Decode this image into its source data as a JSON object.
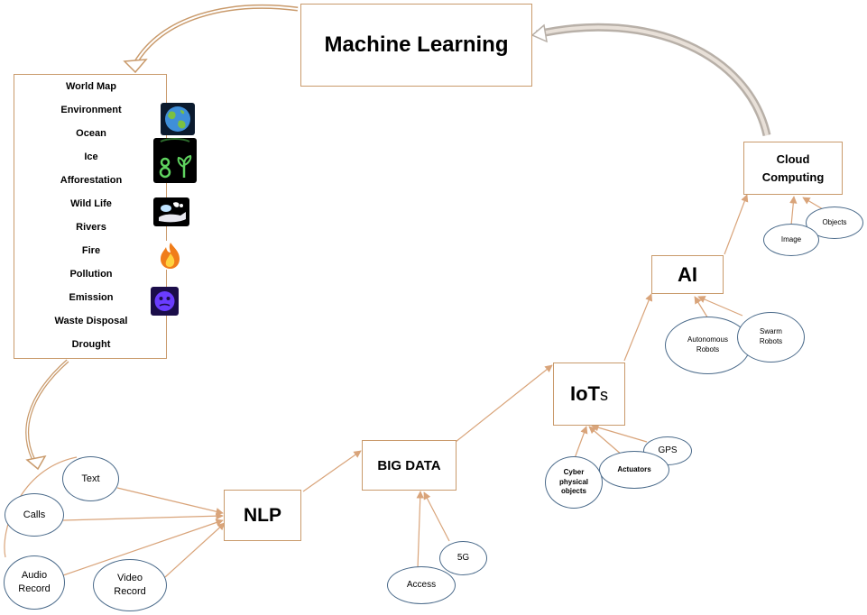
{
  "diagram": {
    "machine_learning": "Machine Learning",
    "cloud_computing": "Cloud Computing",
    "ai": "AI",
    "iots_main": "IoT",
    "iots_suffix": "s",
    "big_data": "BIG DATA",
    "nlp": "NLP",
    "env_list": [
      "World Map",
      "Environment",
      "Ocean",
      "Ice",
      "Afforestation",
      "Wild Life",
      "Rivers",
      "Fire",
      "Pollution",
      "Emission",
      "Waste Disposal",
      "Drought"
    ],
    "cloud_nodes": {
      "objects": "Objects",
      "image": "Image"
    },
    "ai_nodes": {
      "autonomous_robots": "Autonomous Robots",
      "swarm_robots": "Swarm Robots"
    },
    "iot_nodes": {
      "cyber_physical": "Cyber physical objects",
      "actuators": "Actuators",
      "gps": "GPS"
    },
    "bigdata_nodes": {
      "five_g": "5G",
      "access": "Access"
    },
    "nlp_nodes": {
      "text": "Text",
      "calls": "Calls",
      "audio_record": "Audio Record",
      "video_record": "Video Record"
    },
    "icons": [
      "globe-icon",
      "sprout-icon",
      "hand-dove-icon",
      "fire-icon",
      "emission-face-icon"
    ],
    "colors": {
      "box_border": "#c99a6b",
      "arrow": "#d9a47a",
      "ellipse_border": "#4a6a8a"
    }
  }
}
